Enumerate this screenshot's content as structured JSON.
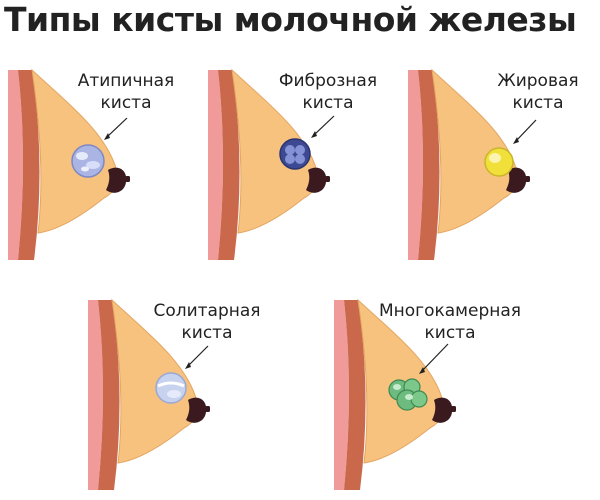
{
  "title": "Типы кисты молочной железы",
  "colors": {
    "skin_pink": "#f09a9a",
    "chest_wall": "#c9684a",
    "tissue": "#f7c27e",
    "nipple": "#3a1a1e",
    "outline": "#d08a4c"
  },
  "panels": [
    {
      "label_line1": "Атипичная",
      "label_line2": "киста",
      "cyst_type": "atypical",
      "cyst_color": "#a9b4e3"
    },
    {
      "label_line1": "Фиброзная",
      "label_line2": "киста",
      "cyst_type": "fibrous",
      "cyst_color": "#4f5fa8"
    },
    {
      "label_line1": "Жировая",
      "label_line2": "киста",
      "cyst_type": "fatty",
      "cyst_color": "#f2e45a"
    },
    {
      "label_line1": "Солитарная",
      "label_line2": "киста",
      "cyst_type": "solitary",
      "cyst_color": "#cdd7ee"
    },
    {
      "label_line1": "Многокамерная",
      "label_line2": "киста",
      "cyst_type": "multilocular",
      "cyst_color": "#6dbb7e"
    }
  ]
}
